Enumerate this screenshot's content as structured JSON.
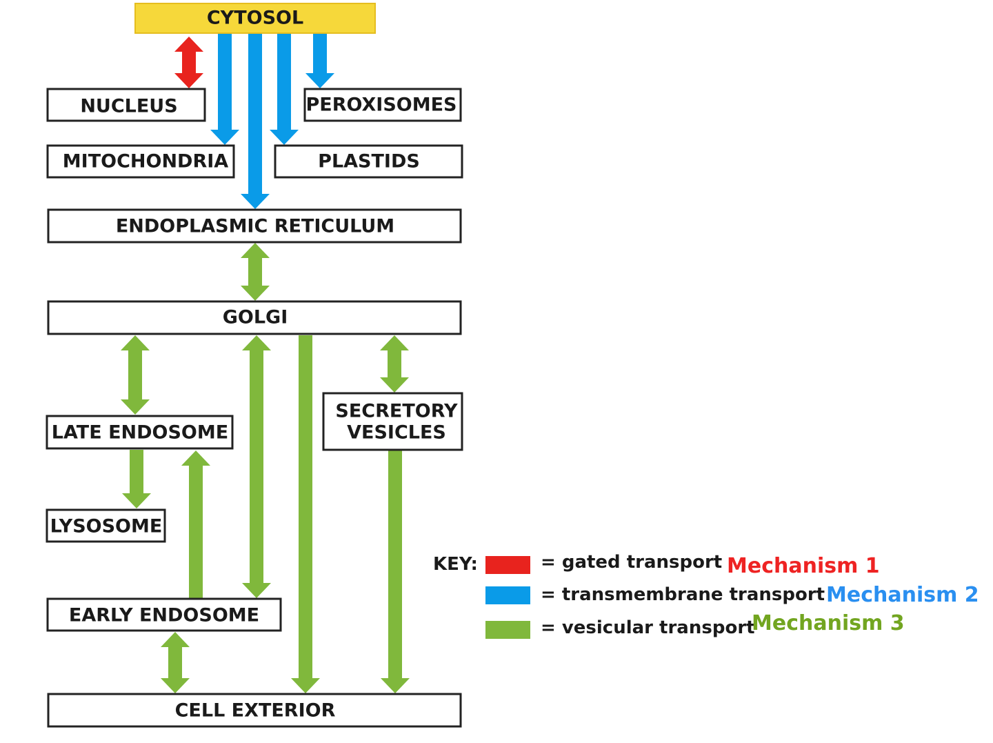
{
  "colors": {
    "gated": "#e8231e",
    "transmembrane": "#0a9be8",
    "vesicular": "#80b83c",
    "cytosol_fill": "#f6d83a",
    "cytosol_stroke": "#e5bd1f",
    "mechanism1_text": "#ee2323",
    "mechanism2_text": "#2a8ff0",
    "mechanism3_text": "#72a520"
  },
  "compartments": {
    "cytosol": "CYTOSOL",
    "nucleus": "NUCLEUS",
    "peroxisomes": "PEROXISOMES",
    "mitochondria": "MITOCHONDRIA",
    "plastids": "PLASTIDS",
    "er": "ENDOPLASMIC RETICULUM",
    "golgi": "GOLGI",
    "secretory_line1": "SECRETORY",
    "secretory_line2": "VESICLES",
    "late_endosome": "LATE ENDOSOME",
    "lysosome": "LYSOSOME",
    "early_endosome": "EARLY ENDOSOME",
    "cell_exterior": "CELL EXTERIOR"
  },
  "key": {
    "title": "KEY:",
    "items": [
      {
        "desc": "= gated transport",
        "mechanism": "Mechanism 1"
      },
      {
        "desc": "= transmembrane transport",
        "mechanism": "Mechanism 2"
      },
      {
        "desc": "= vesicular transport",
        "mechanism": "Mechanism 3"
      }
    ]
  }
}
